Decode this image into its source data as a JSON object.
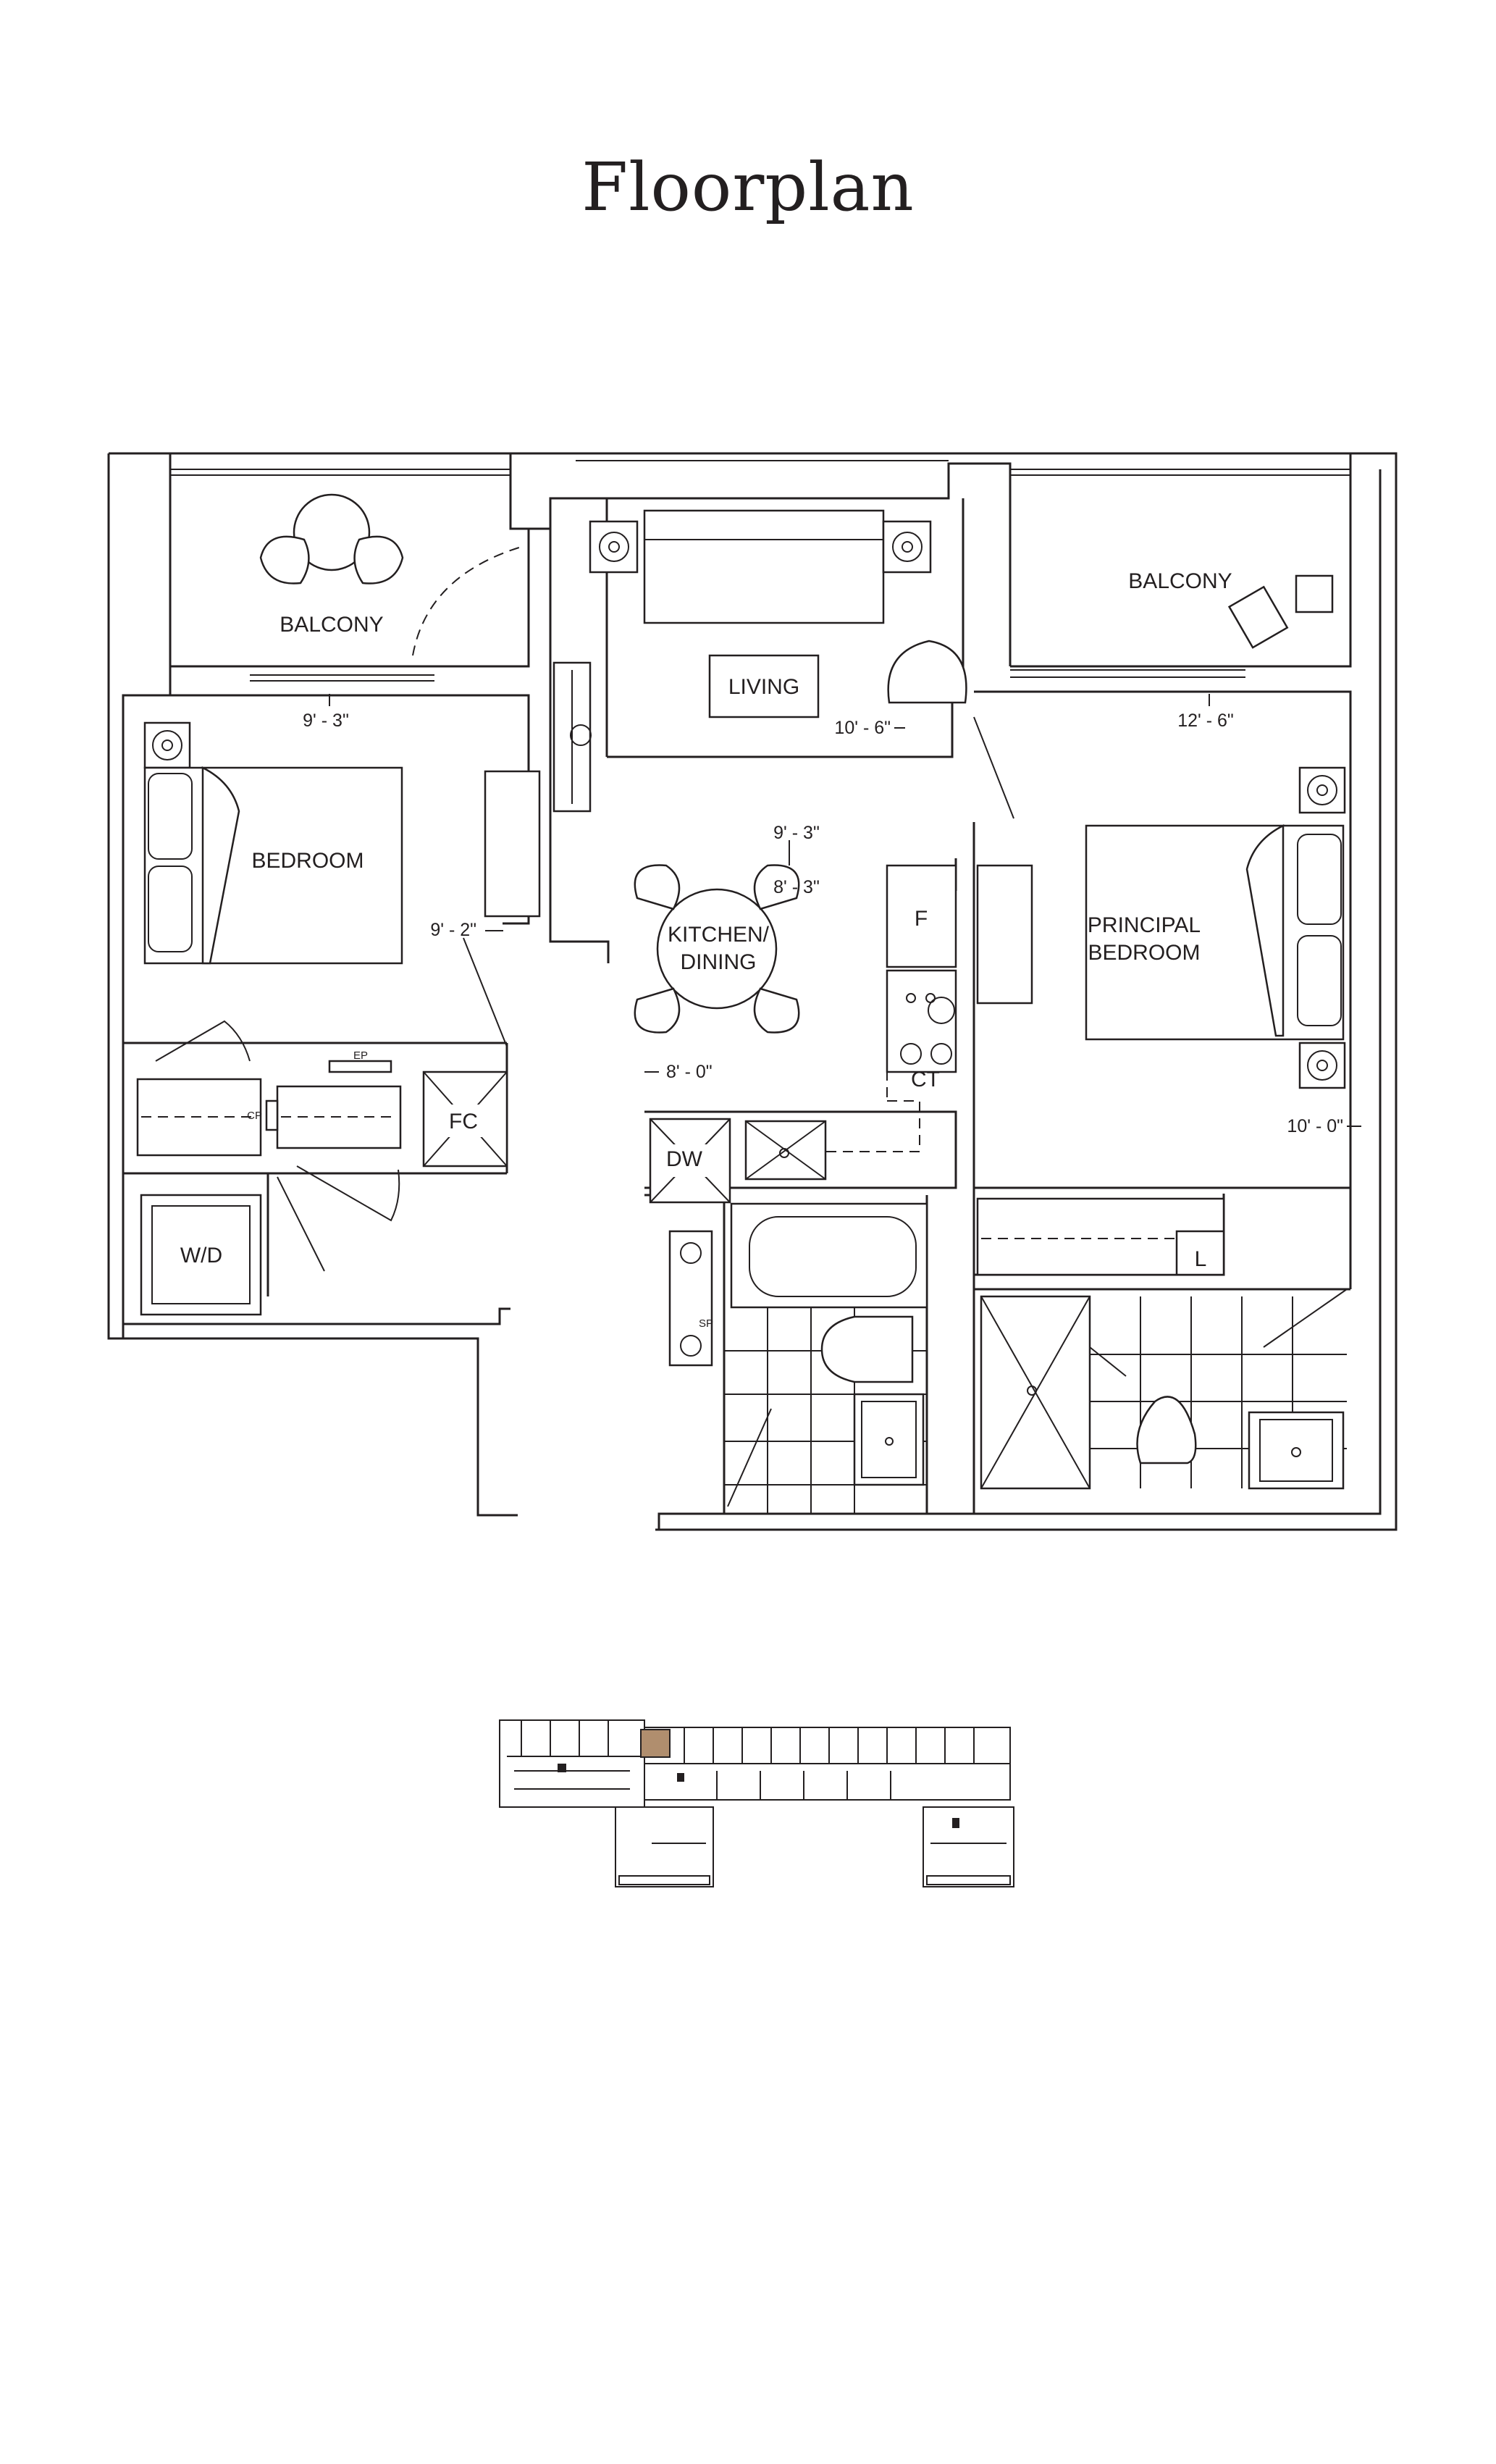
{
  "title": "Floorplan",
  "rooms": {
    "balcony_left": "BALCONY",
    "balcony_right": "BALCONY",
    "living": "LIVING",
    "bedroom": "BEDROOM",
    "kitchen_line1": "KITCHEN/",
    "kitchen_line2": "DINING",
    "principal_line1": "PRINCIPAL",
    "principal_line2": "BEDROOM"
  },
  "fixtures": {
    "fridge": "F",
    "cooktop": "CT",
    "dishwasher": "DW",
    "washer_dryer": "W/D",
    "furnace": "FC",
    "linen": "L",
    "ep": "EP",
    "cp": "CP",
    "sp": "SP"
  },
  "dimensions": {
    "bedroom_width": "9' - 3\"",
    "bedroom_depth": "9' - 2\"",
    "living_width": "10' - 6\"",
    "kitchen_a": "9' - 3\"",
    "kitchen_b": "8' - 3\"",
    "kitchen_c": "8' - 0\"",
    "principal_width": "12' - 6\"",
    "principal_depth": "10' - 0\""
  },
  "colors": {
    "line": "#231f20",
    "key_highlight": "#b08e6e"
  }
}
